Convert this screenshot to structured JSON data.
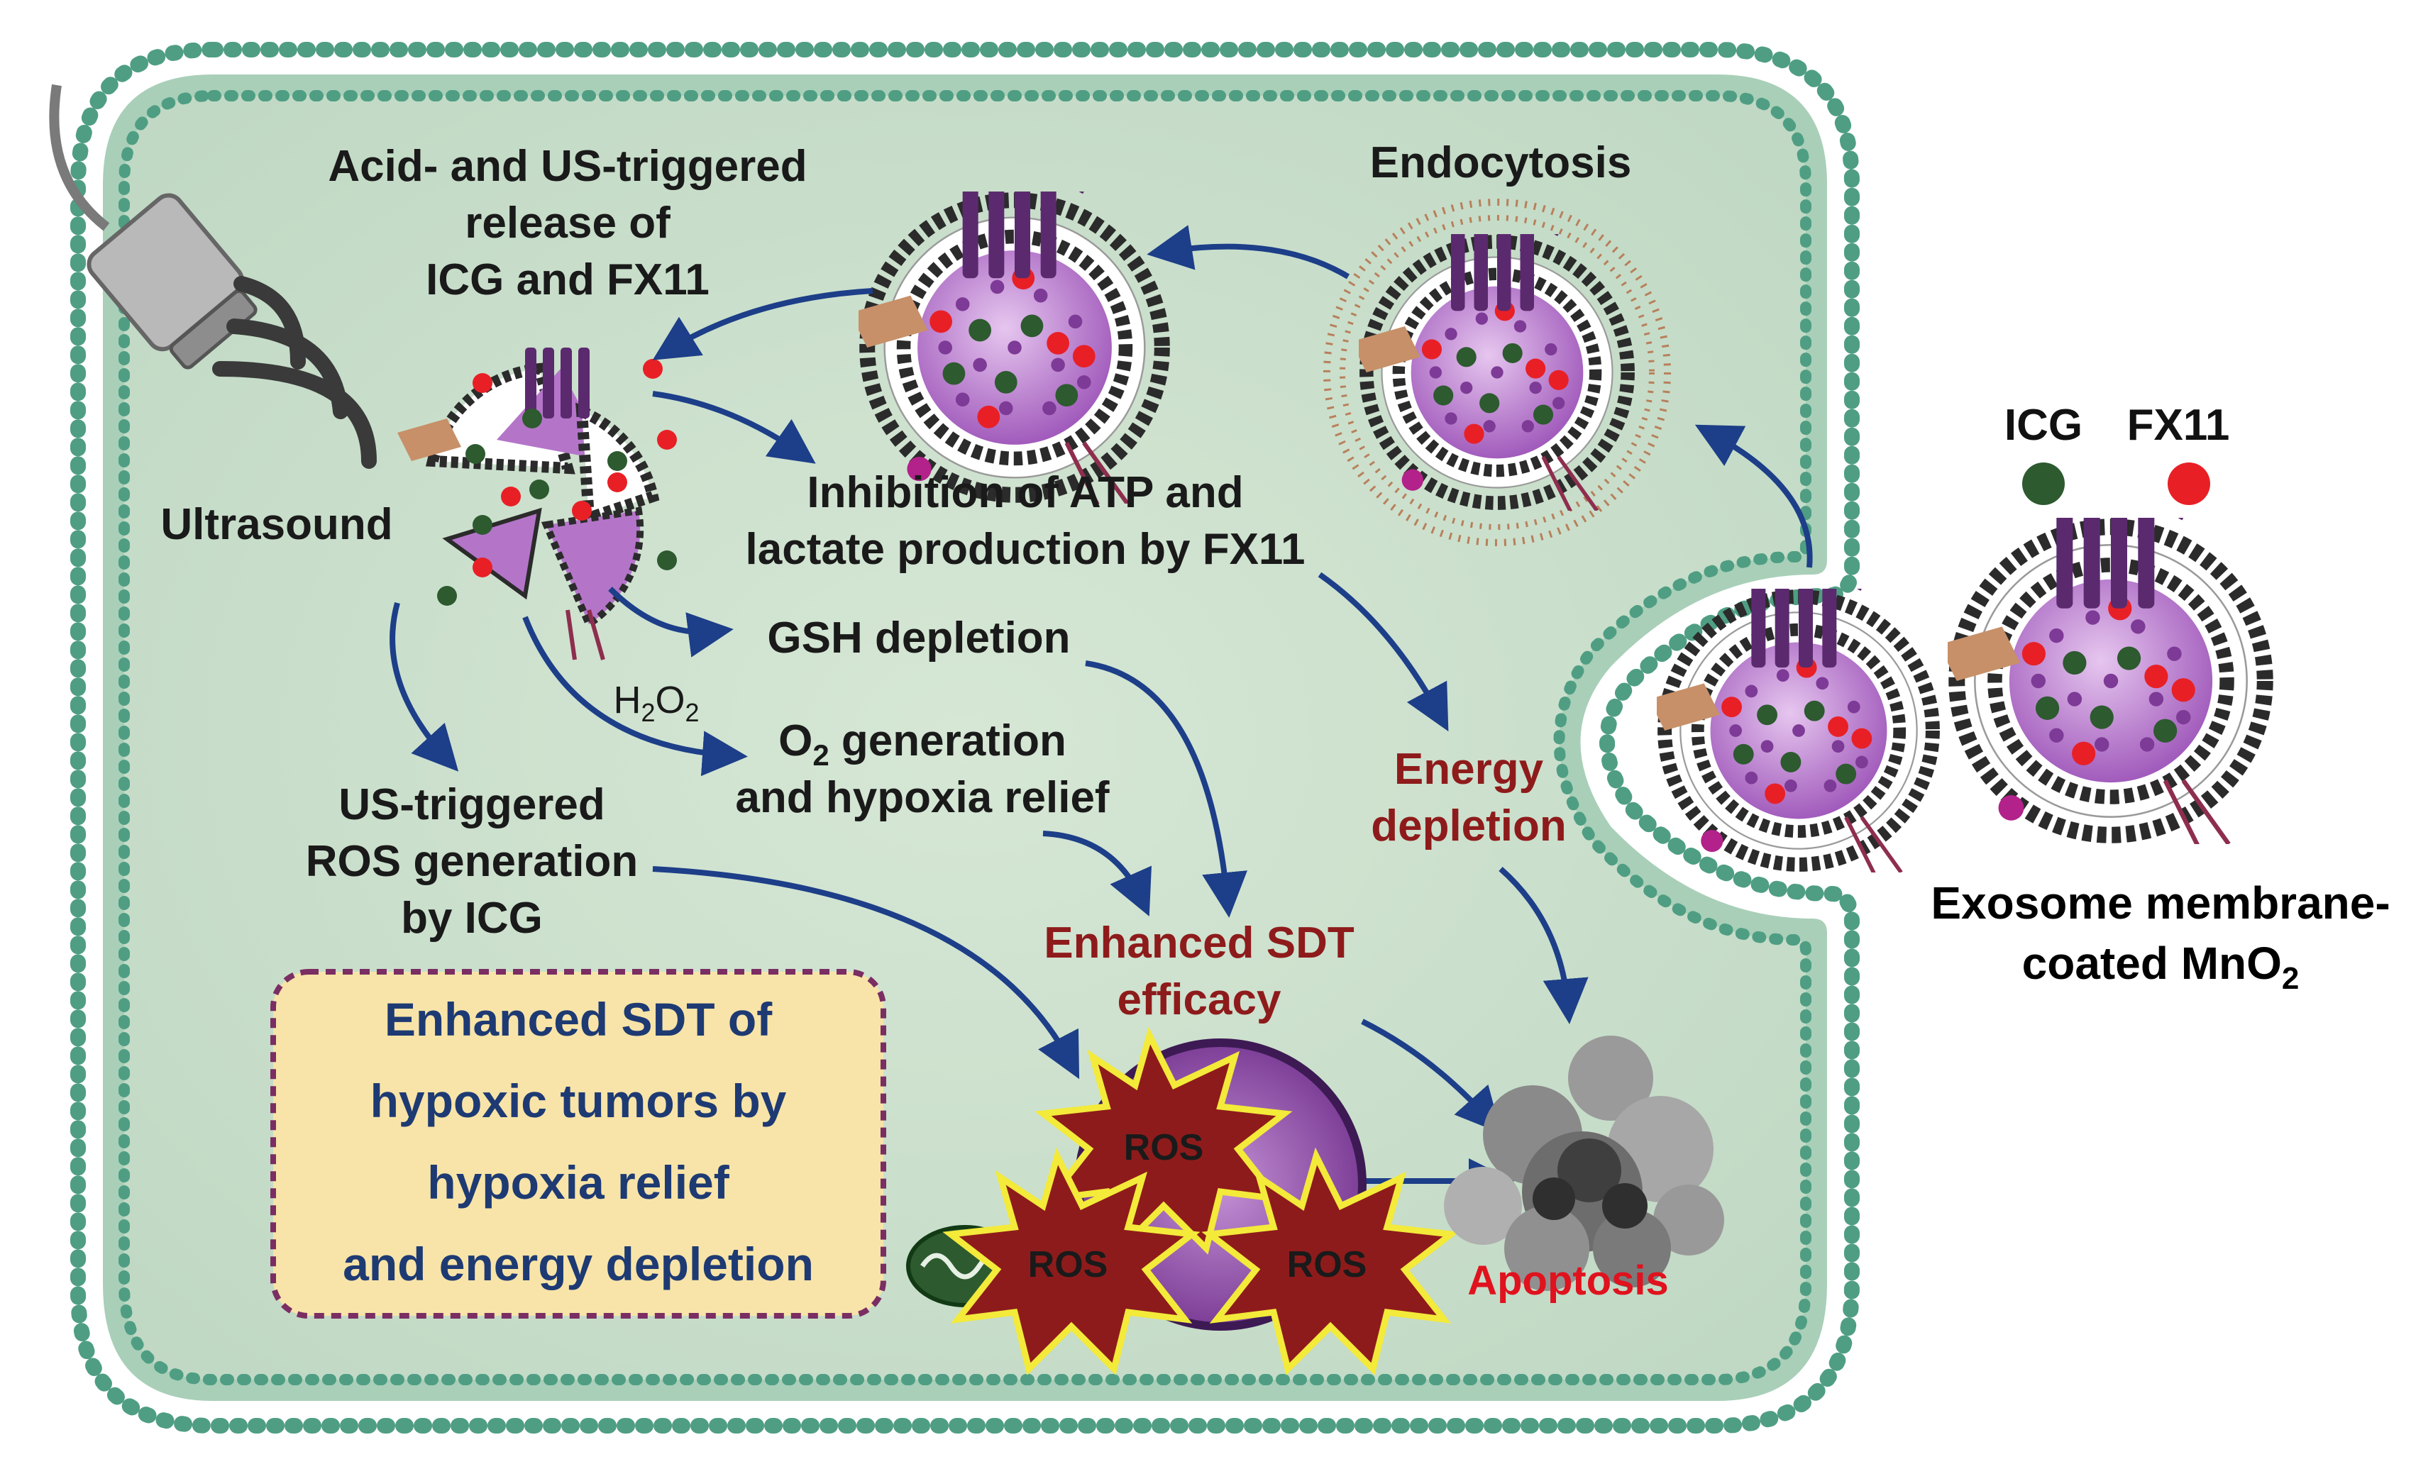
{
  "labels": {
    "acid_release_l1": "Acid- and US-triggered",
    "acid_release_l2": "release of",
    "acid_release_l3": "ICG and FX11",
    "endocytosis": "Endocytosis",
    "ultrasound": "Ultrasound",
    "inhibition_l1": "Inhibition of ATP and",
    "inhibition_l2": "lactate production by FX11",
    "gsh": "GSH depletion",
    "h2o2_main": "H",
    "h2o2_sub1": "2",
    "h2o2_mid": "O",
    "h2o2_sub2": "2",
    "o2_main": "O",
    "o2_sub": "2",
    "o2_rest": " generation",
    "hypoxia_relief": "and hypoxia relief",
    "us_ros_l1": "US-triggered",
    "us_ros_l2": "ROS generation",
    "us_ros_l3": "by ICG",
    "enhanced_sdt_l1": "Enhanced SDT",
    "enhanced_sdt_l2": "efficacy",
    "energy_l1": "Energy",
    "energy_l2": "depletion",
    "apoptosis": "Apoptosis",
    "ros": "ROS"
  },
  "summary_box": {
    "line1": "Enhanced SDT of",
    "line2": "hypoxic tumors by",
    "line3": "hypoxia relief",
    "line4": "and energy depletion"
  },
  "legend": {
    "icg": "ICG",
    "fx11": "FX11",
    "exo_l1": "Exosome membrane-",
    "exo_l2": "coated MnO",
    "exo_sub": "2"
  },
  "colors": {
    "cell_fill": "#cfe2d0",
    "membrane": "#4f9e83",
    "arrow": "#1d3e88",
    "icg": "#2d5a2f",
    "fx11": "#e82026",
    "core": "#b475c9",
    "ros_star": "#8e1b1b",
    "ros_stroke": "#f3ea3a",
    "box_fill": "#f8e4a8",
    "box_border": "#7a2e63"
  }
}
